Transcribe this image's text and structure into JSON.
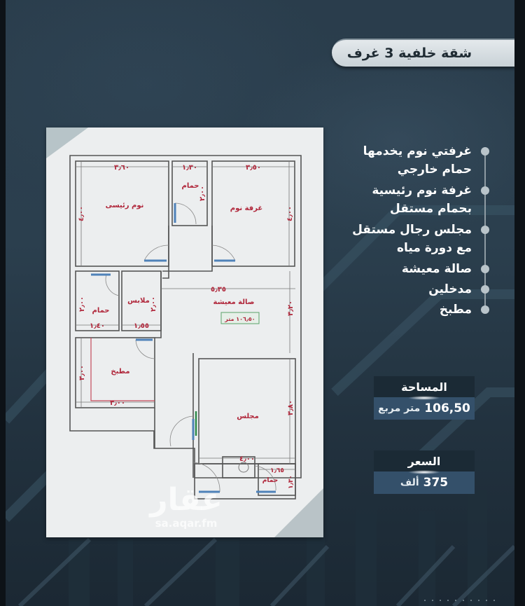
{
  "header": {
    "title": "شقة خلفية 3 غرف"
  },
  "features": [
    {
      "line1": "غرفتي نوم يخدمها",
      "line2": "حمام خارجي"
    },
    {
      "line1": "غرفة نوم رئيسية",
      "line2": "بحمام مستقل"
    },
    {
      "line1": "مجلس رجال مستقل",
      "line2": "مع دورة مياه"
    },
    {
      "line1": "صالة معيشة"
    },
    {
      "line1": "مدخلين"
    },
    {
      "line1": "مطبخ"
    }
  ],
  "area": {
    "label": "المساحة",
    "value": "106,50",
    "unit": "متر مربع"
  },
  "price": {
    "label": "السعر",
    "value": "375",
    "unit": "ألف"
  },
  "floor_plan": {
    "rooms": {
      "master_bedroom": "نوم رئيسى",
      "bedroom": "غرفة نوم",
      "bath_top": "حمام",
      "closet": "ملابس",
      "bath_master": "حمام",
      "living": "صالة معيشة",
      "living_area_tag": "١٠٦٫٥٠ متر",
      "kitchen": "مطبخ",
      "majlis": "مجلس",
      "bath_majlis": "حمام"
    },
    "dimensions": {
      "master_w": "٣٫٦٠",
      "master_h": "٤٫٠٠",
      "bath_top_w": "١٫٣٠",
      "bath_top_h": "٢٫٠٠",
      "bedroom_w": "٣٫٥٠",
      "bedroom_h": "٤٫٠٠",
      "bath_master_w": "١٫٤٠",
      "bath_master_h": "٢٫٠٠",
      "closet_w": "١٫٥٥",
      "closet_h": "٢٫٠٠",
      "living_w": "٥٫٣٥",
      "living_h": "٣٫٢٠",
      "kitchen_w": "٣٫٠٠",
      "kitchen_h": "٣٫٠٠",
      "majlis_w": "٤٫٠٠",
      "majlis_h": "٣٫٨٠",
      "bath_majlis_w": "١٫٦٥",
      "bath_majlis_h": "١٫٣٠"
    }
  },
  "watermark": {
    "logo": "عقار",
    "url": "sa.aqar.fm"
  },
  "colors": {
    "background": "#2a3d4c",
    "paper": "#eceeef",
    "label_red": "#b0263a",
    "info_label_bg": "#1b2a35",
    "info_value_bg": "#34506a"
  }
}
